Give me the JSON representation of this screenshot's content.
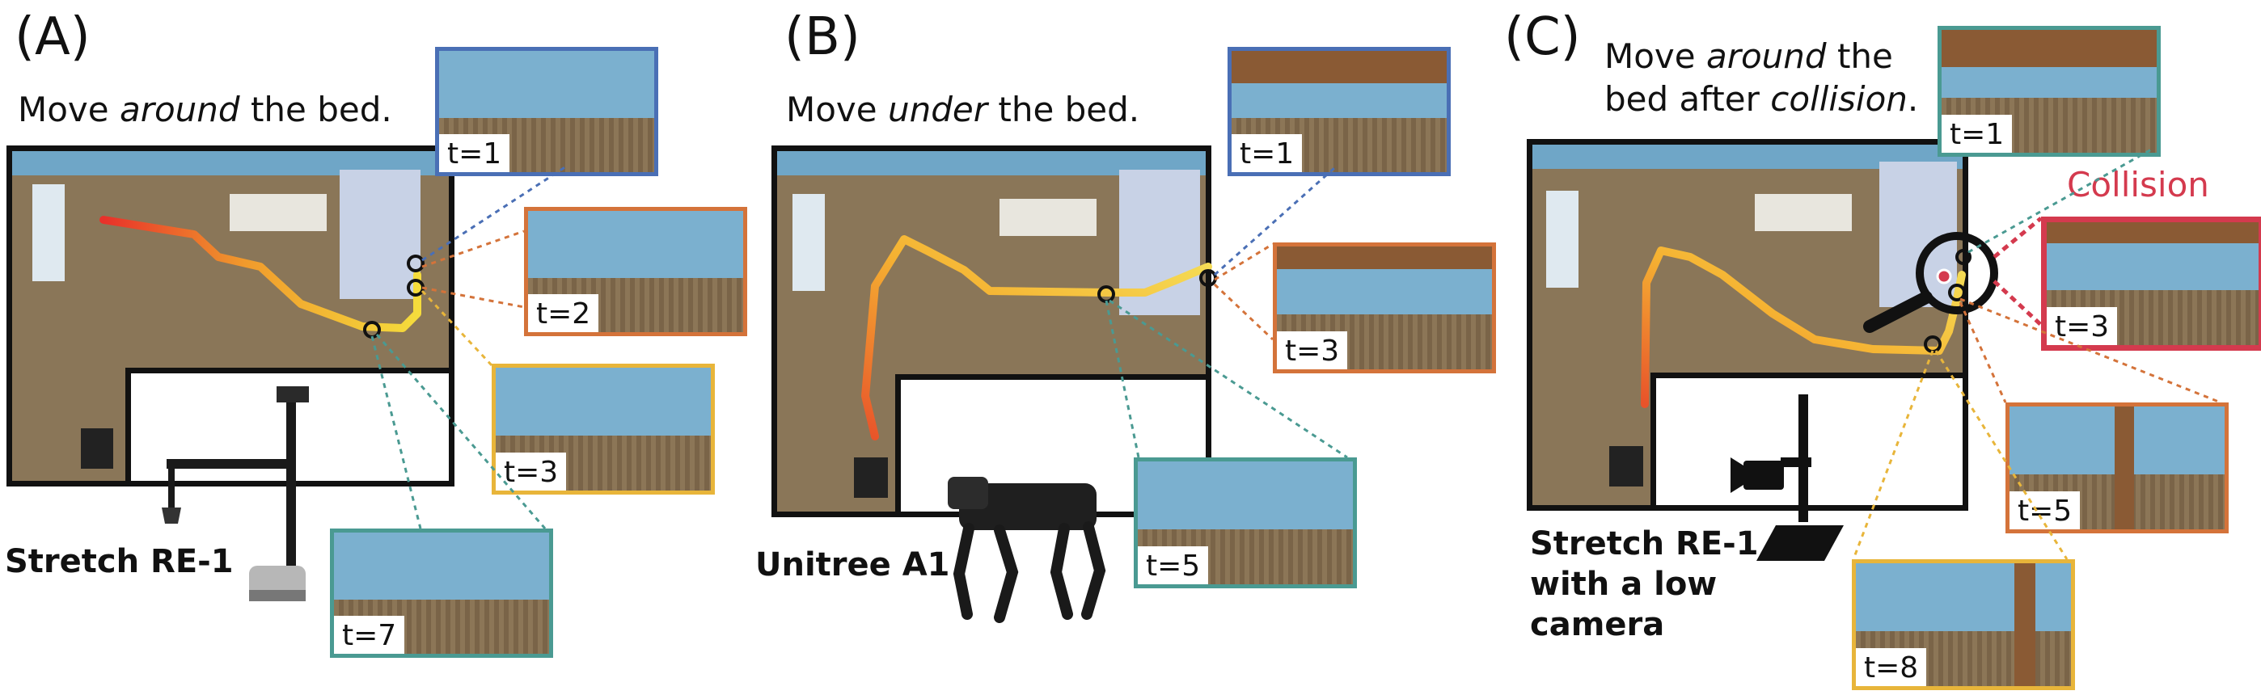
{
  "panels": {
    "a": {
      "letter": "(A)",
      "caption_pre": "Move ",
      "caption_em": "around",
      "caption_post": " the bed.",
      "robot": "Stretch RE-1",
      "insets": [
        "t=1",
        "t=2",
        "t=3",
        "t=7"
      ]
    },
    "b": {
      "letter": "(B)",
      "caption_pre": "Move ",
      "caption_em": "under",
      "caption_post": " the bed.",
      "robot": "Unitree A1",
      "insets": [
        "t=1",
        "t=3",
        "t=5"
      ]
    },
    "c": {
      "letter": "(C)",
      "caption_pre": "Move ",
      "caption_em": "around",
      "caption_post": " the",
      "caption_line2_pre": "bed after ",
      "caption_line2_em": "collision",
      "caption_line2_post": ".",
      "robot_line1": "Stretch RE-1",
      "robot_line2": "with a low",
      "robot_line3": "camera",
      "collision": "Collision",
      "insets": [
        "t=1",
        "t=3",
        "t=5",
        "t=8"
      ]
    }
  },
  "colors": {
    "blue": "#4a6fb5",
    "orange": "#d4733a",
    "yellow": "#e8b53a",
    "teal": "#4a9a92",
    "red": "#d43a4e"
  }
}
